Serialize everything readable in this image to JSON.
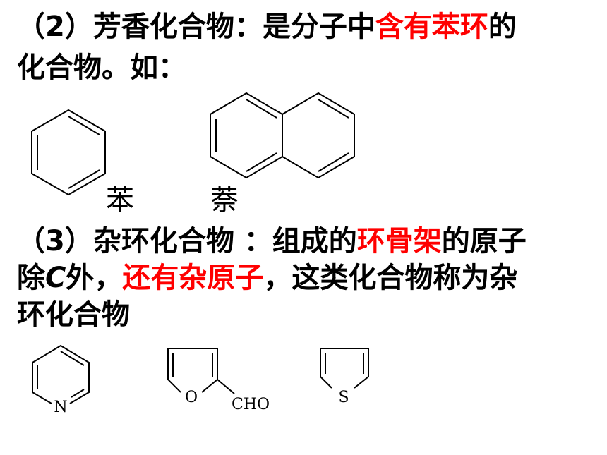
{
  "section2": {
    "num": "（2）",
    "text_a": "芳香化合物：是分子中",
    "highlight": "含有苯环",
    "text_b": "的",
    "line2": "化合物。如："
  },
  "examples2": {
    "benzene_caption": "苯",
    "naphthalene_caption": "萘"
  },
  "section3": {
    "num": "（3）",
    "text_a": "杂环化合物 ：组成的",
    "highlight1": "环骨架",
    "text_b": "的原子",
    "line2_a": "除",
    "line2_c": "C",
    "line2_b": "外，",
    "highlight2": "还有杂原子",
    "line2_d": "，这类化合物称为杂",
    "line3": "环化合物"
  },
  "examples3": {
    "pyridine_atom": "N",
    "furfural_ring_atom": "O",
    "furfural_group": "CHO",
    "thiophene_atom": "S"
  },
  "colors": {
    "text": "#000000",
    "highlight": "#ff0000"
  }
}
